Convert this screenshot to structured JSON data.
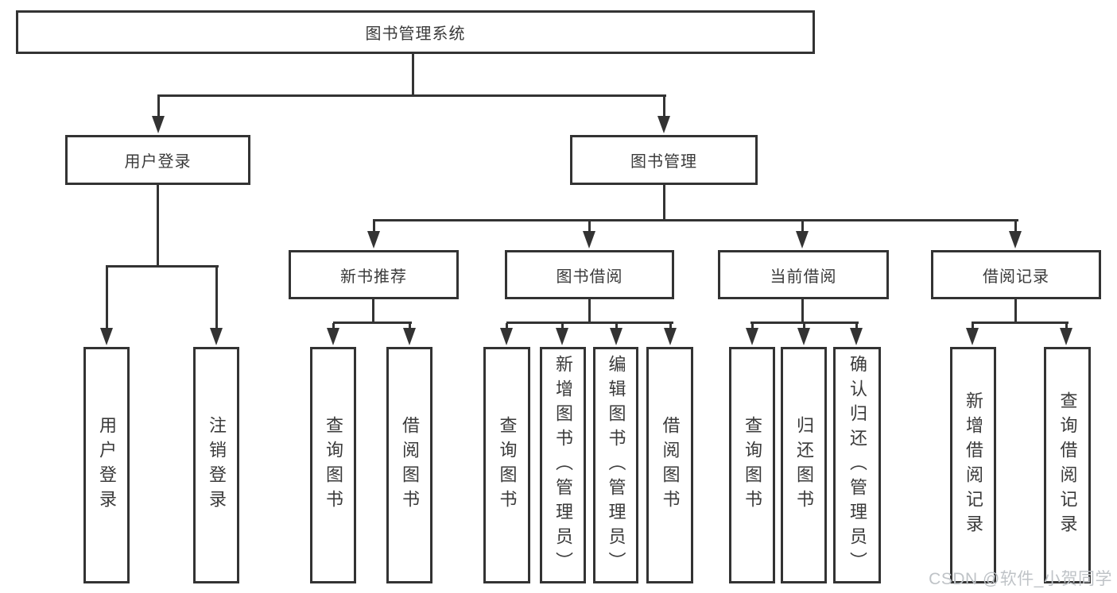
{
  "diagram": {
    "title": "图书管理系统",
    "watermark": "CSDN @软件_小贺同学",
    "colors": {
      "line": "#333333",
      "text": "#3a3a3a",
      "background": "#ffffff",
      "watermark": "#bfc3c7"
    },
    "nodes": [
      {
        "id": "root",
        "label": "图书管理系统",
        "level": 1,
        "parent": null
      },
      {
        "id": "user-login",
        "label": "用户登录",
        "level": 2,
        "parent": "root"
      },
      {
        "id": "book-mgmt",
        "label": "图书管理",
        "level": 2,
        "parent": "root"
      },
      {
        "id": "new-book-rec",
        "label": "新书推荐",
        "level": 3,
        "parent": "book-mgmt"
      },
      {
        "id": "book-borrow",
        "label": "图书借阅",
        "level": 3,
        "parent": "book-mgmt"
      },
      {
        "id": "current-borrow",
        "label": "当前借阅",
        "level": 3,
        "parent": "book-mgmt"
      },
      {
        "id": "borrow-records",
        "label": "借阅记录",
        "level": 3,
        "parent": "book-mgmt"
      },
      {
        "id": "leaf-user-login",
        "label": "用户登录",
        "level": 4,
        "parent": "user-login"
      },
      {
        "id": "leaf-logout",
        "label": "注销登录",
        "level": 4,
        "parent": "user-login"
      },
      {
        "id": "leaf-query-book-rec",
        "label": "查询图书",
        "level": 4,
        "parent": "new-book-rec"
      },
      {
        "id": "leaf-borrow-book-rec",
        "label": "借阅图书",
        "level": 4,
        "parent": "new-book-rec"
      },
      {
        "id": "leaf-query-book-borrow",
        "label": "查询图书",
        "level": 4,
        "parent": "book-borrow"
      },
      {
        "id": "leaf-add-book-admin",
        "label": "新增图书（管理员）",
        "level": 4,
        "parent": "book-borrow"
      },
      {
        "id": "leaf-edit-book-admin",
        "label": "编辑图书（管理员）",
        "level": 4,
        "parent": "book-borrow"
      },
      {
        "id": "leaf-borrow-book-borrow",
        "label": "借阅图书",
        "level": 4,
        "parent": "book-borrow"
      },
      {
        "id": "leaf-query-book-current",
        "label": "查询图书",
        "level": 4,
        "parent": "current-borrow"
      },
      {
        "id": "leaf-return-book",
        "label": "归还图书",
        "level": 4,
        "parent": "current-borrow"
      },
      {
        "id": "leaf-confirm-return-admin",
        "label": "确认归还（管理员）",
        "level": 4,
        "parent": "current-borrow"
      },
      {
        "id": "leaf-add-borrow-record",
        "label": "新增借阅记录",
        "level": 4,
        "parent": "borrow-records"
      },
      {
        "id": "leaf-query-borrow-record",
        "label": "查询借阅记录",
        "level": 4,
        "parent": "borrow-records"
      }
    ]
  }
}
